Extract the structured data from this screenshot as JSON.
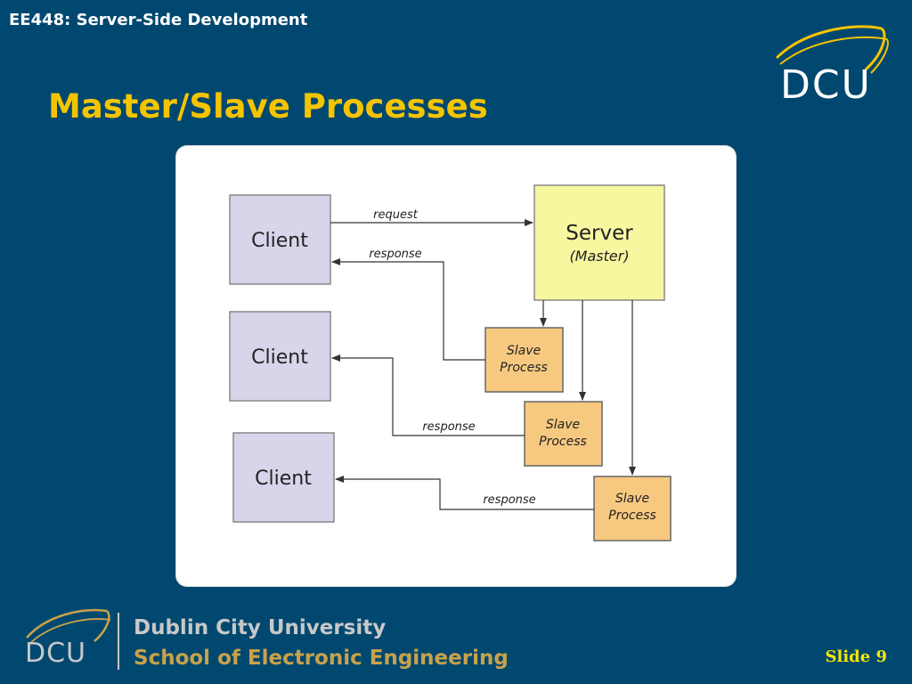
{
  "header": {
    "course": "EE448: Server-Side Development",
    "title": "Master/Slave Processes",
    "logo_text": "DCU"
  },
  "diagram": {
    "server": {
      "label": "Server",
      "sublabel": "(Master)"
    },
    "clients": [
      "Client",
      "Client",
      "Client"
    ],
    "slaves": [
      {
        "line1": "Slave",
        "line2": "Process"
      },
      {
        "line1": "Slave",
        "line2": "Process"
      },
      {
        "line1": "Slave",
        "line2": "Process"
      }
    ],
    "arrows": {
      "request": "request",
      "response1": "response",
      "response2": "response",
      "response3": "response"
    },
    "colors": {
      "client_fill": "#d8d4ea",
      "server_fill": "#f7f7a0",
      "slave_fill": "#f7c980"
    }
  },
  "footer": {
    "logo_text": "DCU",
    "university": "Dublin City University",
    "school": "School of Electronic Engineering",
    "slide_label": "Slide 9"
  }
}
